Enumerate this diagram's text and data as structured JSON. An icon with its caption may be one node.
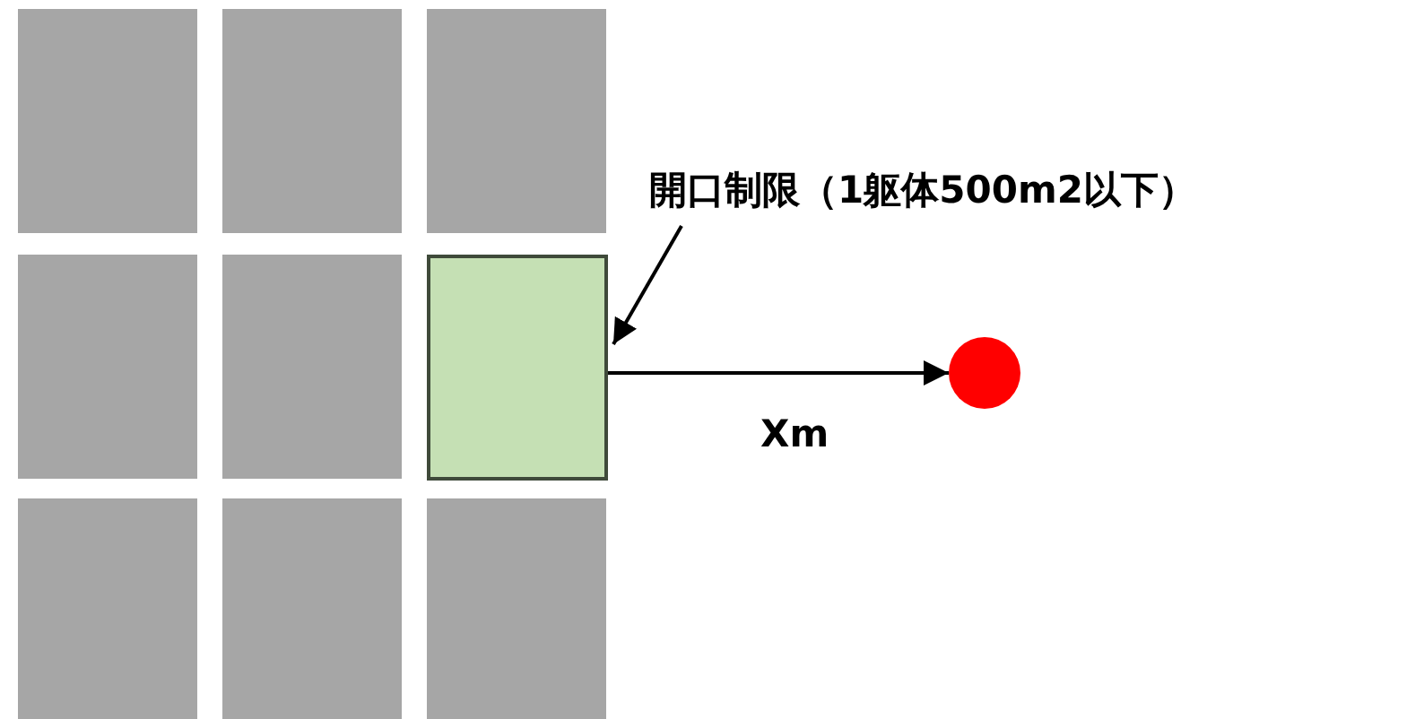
{
  "diagram": {
    "nodes": [
      {
        "text": [],
        "shape": "box"
      },
      {
        "text": [],
        "shape": "box"
      },
      {
        "text": [],
        "shape": "box"
      },
      {
        "text": [],
        "shape": "box"
      },
      {
        "text": [],
        "shape": "box"
      },
      {
        "text": [],
        "shape": "box"
      },
      {
        "text": [],
        "shape": "box"
      },
      {
        "text": [],
        "shape": "box"
      },
      {
        "text": [],
        "shape": "box"
      },
      {
        "text": [],
        "shape": "circle"
      },
      {
        "text": [
          "開口制限（1躯体500m2以下）"
        ]
      }
    ],
    "edges": [
      {
        "from": 5,
        "to": 9,
        "arrow": "to",
        "label": "Xm"
      },
      {
        "from": 10,
        "to": 5,
        "arrow": "to"
      }
    ]
  }
}
